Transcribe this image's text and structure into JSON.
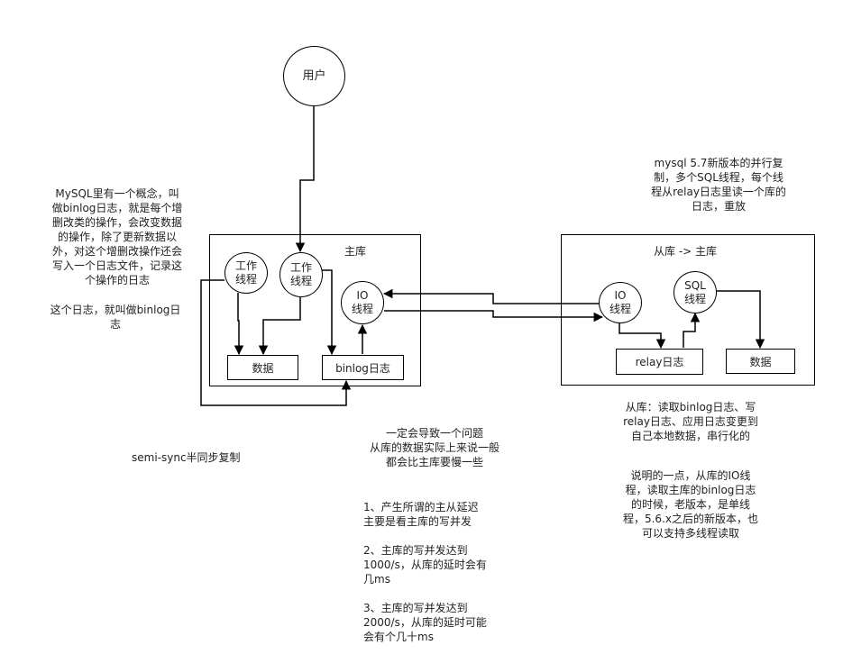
{
  "user": {
    "label": "用户"
  },
  "master": {
    "title": "主库",
    "worker1": "工作\n线程",
    "worker2": "工作\n线程",
    "io": "IO\n线程",
    "data": "数据",
    "binlog": "binlog日志"
  },
  "slave": {
    "title": "从库 -> 主库",
    "io": "IO\n线程",
    "sql": "SQL\n线程",
    "relay": "relay日志",
    "data": "数据"
  },
  "notes": {
    "binlog_concept": "MySQL里有一个概念，叫\n做binlog日志，就是每个增\n删改类的操作，会改变数据\n的操作，除了更新数据以\n外，对这个增删改操作还会\n写入一个日志文件，记录这\n个操作的日志",
    "binlog_name": "这个日志，就叫做binlog日\n志",
    "mysql57": "mysql 5.7新版本的并行复\n制，多个SQL线程，每个线\n程从relay日志里读一个库的\n日志，重放",
    "slave_process": "从库：读取binlog日志、写\nrelay日志、应用日志变更到\n自己本地数据，串行化的",
    "semi_sync": "semi-sync半同步复制",
    "problem": "一定会导致一个问题\n从库的数据实际上来说一般\n都会比主库要慢一些",
    "delay_points": "1、产生所谓的主从延迟\n主要是看主库的写并发\n\n2、主库的写并发达到\n1000/s，从库的延时会有\n几ms\n\n3、主库的写并发达到\n2000/s，从库的延时可能\n会有个几十ms",
    "io_thread_note": "说明的一点，从库的IO线\n程，读取主库的binlog日志\n的时候，老版本，是单线\n程，5.6.x之后的新版本，也\n可以支持多线程读取"
  }
}
